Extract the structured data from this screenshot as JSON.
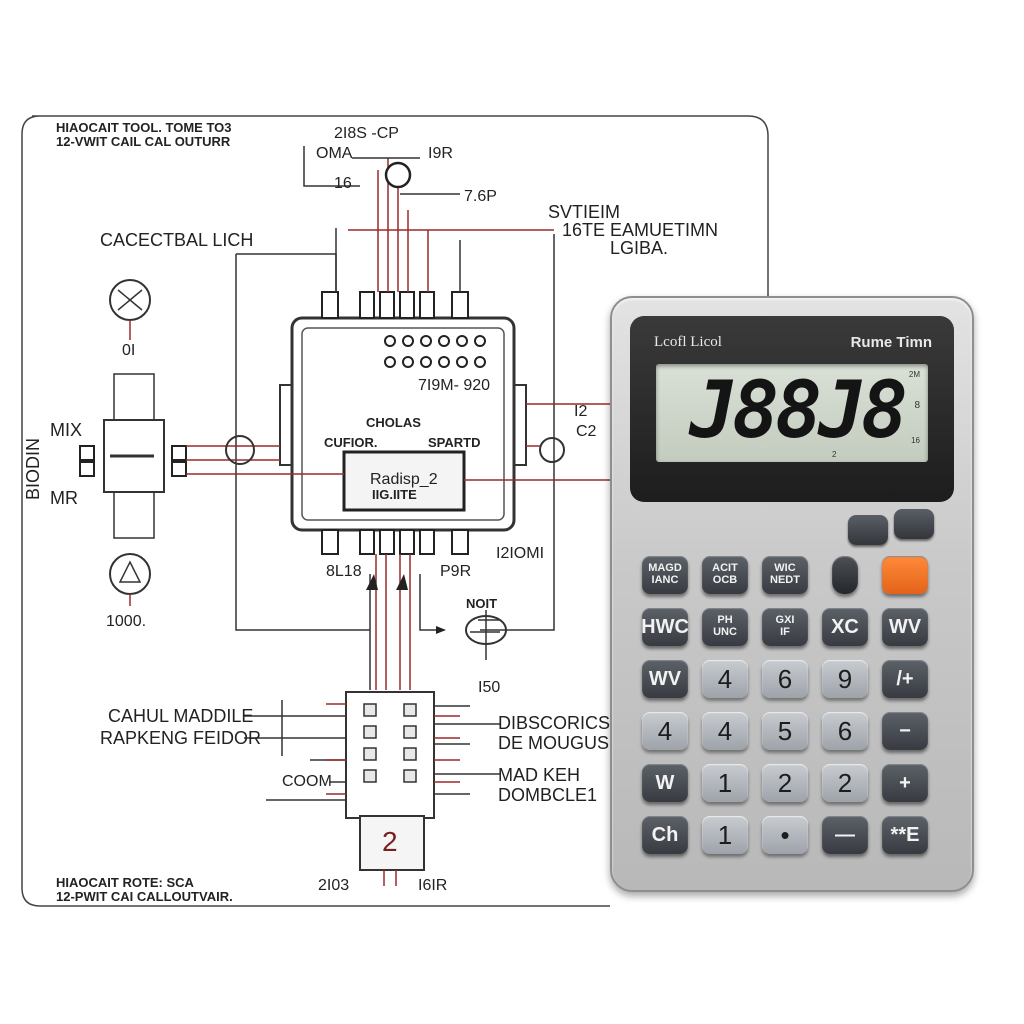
{
  "diagram": {
    "header_top": [
      "HIAOCAIT TOOL. TOME TO3",
      "12-VWIT CAIL CAL OUTURR"
    ],
    "footer": [
      "HIAOCAIT ROTE: SCA",
      "12-PWIT CAI CALLOUTVAIR."
    ],
    "labels": {
      "top_a": "2I8S -CP",
      "top_b": "OMA",
      "top_c": "I9R",
      "top_d": "16",
      "top_e": "7.6P",
      "sys_1": "SVTIEIM",
      "sys_2": "16TE EAMUETIMN",
      "sys_3": "LGIBA.",
      "left_title": "CACECTBAL LICH",
      "left_val": "0I",
      "mix": "MIX",
      "side_left": "BIODIN",
      "mr": "MR",
      "left_bottom": "1000.",
      "chip_a": "7I9M- 920",
      "chip_b": "CHOLAS",
      "chip_c": "CUFIOR.",
      "chip_d": "SPARTD",
      "chip_e": "Radisp_2",
      "chip_f": "IIG.IITE",
      "mid_l": "8L18",
      "mid_r": "P9R",
      "mid_rr": "I2IOMI",
      "mid_box": "NOIT",
      "side_r1": "I2",
      "side_r2": "C2",
      "mod_top": "I50",
      "mod_l1": "CAHUL MADDILE",
      "mod_l2": "RAPKENG FEIDOR",
      "mod_l3": "COOM",
      "mod_r1": "DIBSCORICS",
      "mod_r2": "DE MOUGUS",
      "mod_r3": "MAD KEH",
      "mod_r4": "DOMBCLE1",
      "box_num": "2",
      "bot_l": "2I03",
      "bot_r": "I6IR"
    }
  },
  "calculator": {
    "brand_left": "Lcofl Licol",
    "brand_right": "Rume Timn",
    "display": "J88J8",
    "display_ind_top": "2M",
    "display_ind_mid": "8",
    "display_ind_bot": "16",
    "display_ind_low": "2",
    "keys": [
      [
        "MAGD\nIANC",
        "ACIT\nOCB",
        "WIC\nNEDT",
        "",
        ""
      ],
      [
        "HWC",
        "PH\nUNC",
        "GXI\nIF",
        "XC",
        "WV"
      ],
      [
        "WV",
        "4",
        "6",
        "9",
        "/+"
      ],
      [
        "4",
        "4",
        "5",
        "6",
        "−"
      ],
      [
        "W",
        "1",
        "2",
        "2",
        "+"
      ],
      [
        "Ch",
        "1",
        "•",
        "—",
        "**E"
      ]
    ]
  },
  "colors": {
    "accent_orange": "#e8681f",
    "wire_red": "#9c2a2a",
    "line": "#333333"
  }
}
